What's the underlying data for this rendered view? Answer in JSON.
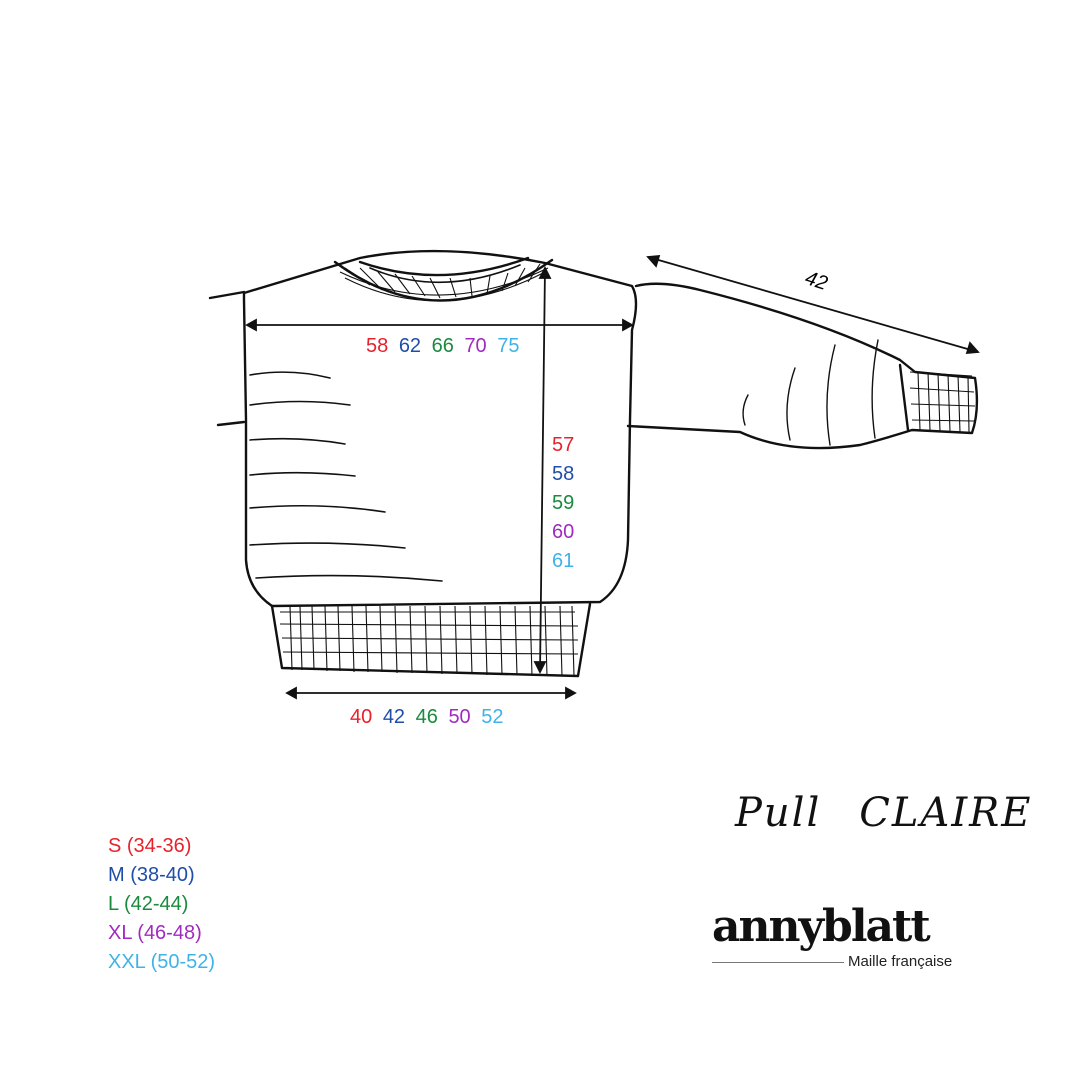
{
  "title": {
    "word1": "Pull",
    "word2": "CLAIRE"
  },
  "brand": {
    "name": "annyblatt",
    "tagline": "Maille française"
  },
  "colors": {
    "S": "#e8212b",
    "M": "#1f4ea8",
    "L": "#1a8a3e",
    "XL": "#a12ac0",
    "XXL": "#3fb3e8",
    "ink": "#111111"
  },
  "sizes": [
    {
      "label": "S (34-36)",
      "color": "#e8212b"
    },
    {
      "label": "M (38-40)",
      "color": "#1f4ea8"
    },
    {
      "label": "L (42-44)",
      "color": "#1a8a3e"
    },
    {
      "label": "XL (46-48)",
      "color": "#a12ac0"
    },
    {
      "label": "XXL (50-52)",
      "color": "#3fb3e8"
    }
  ],
  "measurements": {
    "chest_width": [
      "58",
      "62",
      "66",
      "70",
      "75"
    ],
    "body_length": [
      "57",
      "58",
      "59",
      "60",
      "61"
    ],
    "hem_width": [
      "40",
      "42",
      "46",
      "50",
      "52"
    ],
    "sleeve_length": "42"
  }
}
